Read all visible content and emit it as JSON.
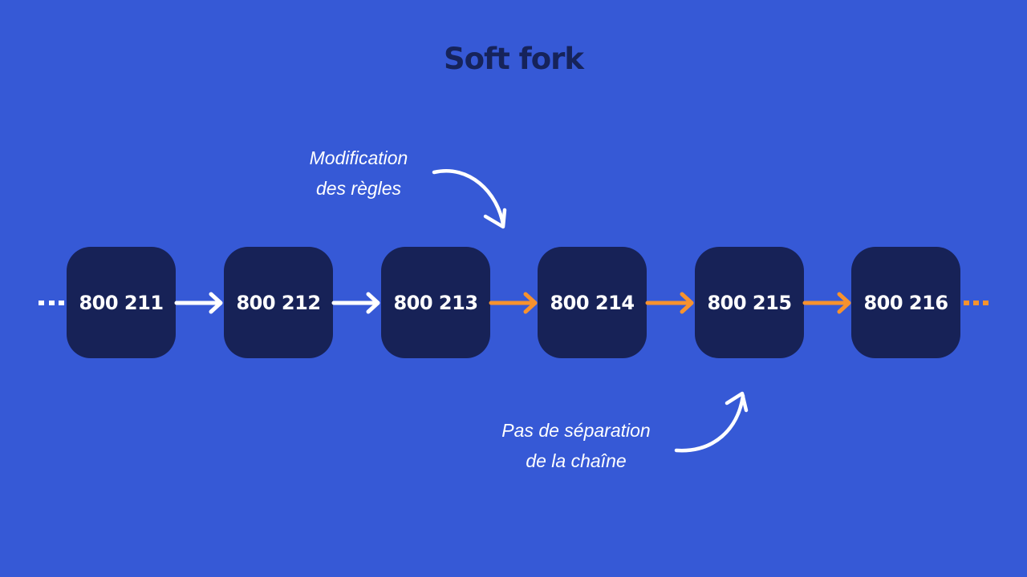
{
  "title": "Soft fork",
  "blocks": [
    {
      "label": "800 211"
    },
    {
      "label": "800 212"
    },
    {
      "label": "800 213"
    },
    {
      "label": "800 214"
    },
    {
      "label": "800 215"
    },
    {
      "label": "800 216"
    }
  ],
  "annotations": {
    "rule_change": {
      "line1": "Modification",
      "line2": "des règles"
    },
    "no_split": {
      "line1": "Pas de séparation",
      "line2": "de la chaîne"
    }
  },
  "colors": {
    "background": "#3659d6",
    "block": "#172257",
    "title": "#16235a",
    "old_chain_arrow": "#ffffff",
    "new_chain_arrow": "#f7922e"
  }
}
